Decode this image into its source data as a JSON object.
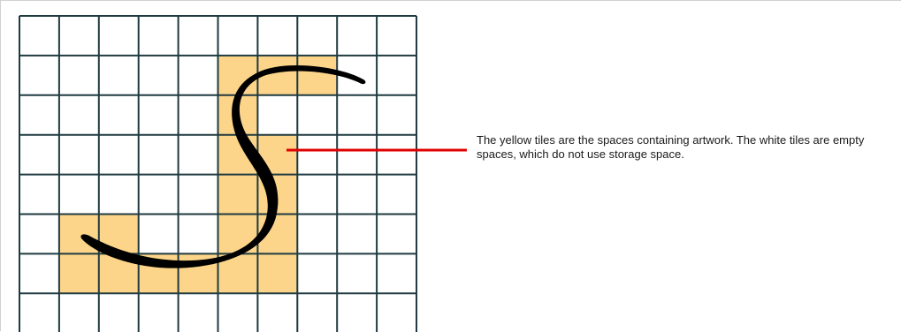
{
  "caption": "The yellow tiles are the spaces containing artwork. The white tiles are empty spaces, which do not use storage space.",
  "grid": {
    "cols": 10,
    "rows": 8,
    "filled_tiles": [
      [
        1,
        5
      ],
      [
        1,
        6
      ],
      [
        1,
        7
      ],
      [
        2,
        5
      ],
      [
        3,
        5
      ],
      [
        3,
        6
      ],
      [
        4,
        5
      ],
      [
        4,
        6
      ],
      [
        5,
        1
      ],
      [
        5,
        2
      ],
      [
        5,
        5
      ],
      [
        5,
        6
      ],
      [
        6,
        1
      ],
      [
        6,
        2
      ],
      [
        6,
        3
      ],
      [
        6,
        4
      ],
      [
        6,
        5
      ],
      [
        6,
        6
      ]
    ]
  },
  "colors": {
    "filled_tile": "#fcd58a",
    "empty_tile": "#ffffff",
    "grid_line": "#1f3a40",
    "stroke": "#000000",
    "pointer_line": "#e00000",
    "caption_text": "#1a1a1a"
  }
}
